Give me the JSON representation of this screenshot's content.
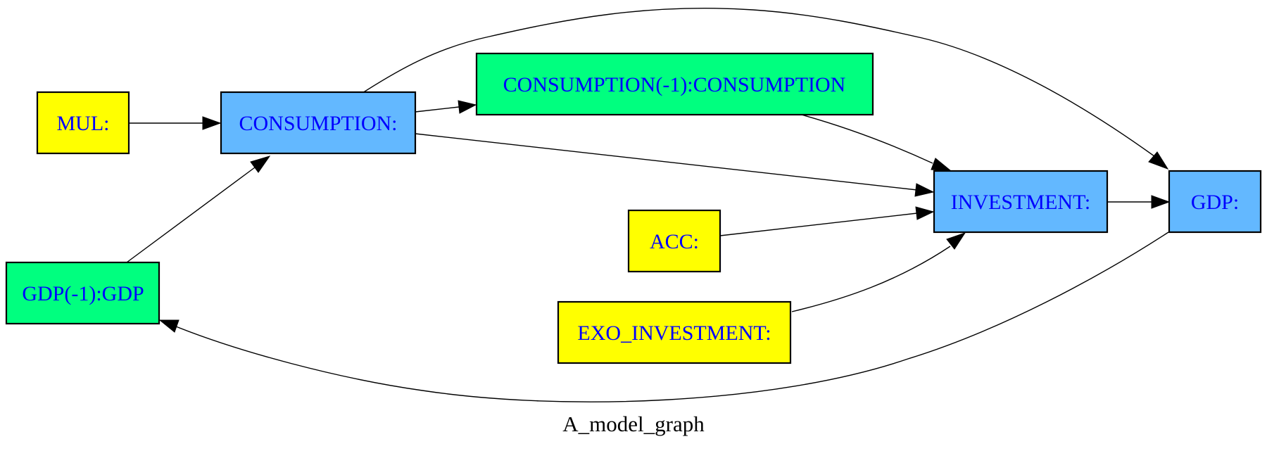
{
  "graph": {
    "title": "A_model_graph",
    "colors": {
      "yellow_fill": "#ffff00",
      "blue_fill": "#63b8ff",
      "green_fill": "#00ff7f",
      "label_text": "#0000ff",
      "edge": "#000000",
      "background": "#ffffff"
    },
    "nodes": {
      "mul": {
        "label": "MUL:",
        "fill": "#ffff00"
      },
      "consumption": {
        "label": "CONSUMPTION:",
        "fill": "#63b8ff"
      },
      "consumption_lag": {
        "label": "CONSUMPTION(-1):CONSUMPTION",
        "fill": "#00ff7f"
      },
      "investment": {
        "label": "INVESTMENT:",
        "fill": "#63b8ff"
      },
      "gdp": {
        "label": "GDP:",
        "fill": "#63b8ff"
      },
      "acc": {
        "label": "ACC:",
        "fill": "#ffff00"
      },
      "exo_investment": {
        "label": "EXO_INVESTMENT:",
        "fill": "#ffff00"
      },
      "gdp_lag": {
        "label": "GDP(-1):GDP",
        "fill": "#00ff7f"
      }
    },
    "edges": [
      {
        "from": "MUL:",
        "to": "CONSUMPTION:"
      },
      {
        "from": "CONSUMPTION:",
        "to": "CONSUMPTION(-1):CONSUMPTION"
      },
      {
        "from": "CONSUMPTION:",
        "to": "INVESTMENT:"
      },
      {
        "from": "CONSUMPTION:",
        "to": "GDP:"
      },
      {
        "from": "CONSUMPTION(-1):CONSUMPTION",
        "to": "INVESTMENT:"
      },
      {
        "from": "ACC:",
        "to": "INVESTMENT:"
      },
      {
        "from": "EXO_INVESTMENT:",
        "to": "INVESTMENT:"
      },
      {
        "from": "INVESTMENT:",
        "to": "GDP:"
      },
      {
        "from": "GDP:",
        "to": "GDP(-1):GDP"
      },
      {
        "from": "GDP(-1):GDP",
        "to": "CONSUMPTION:"
      }
    ]
  }
}
